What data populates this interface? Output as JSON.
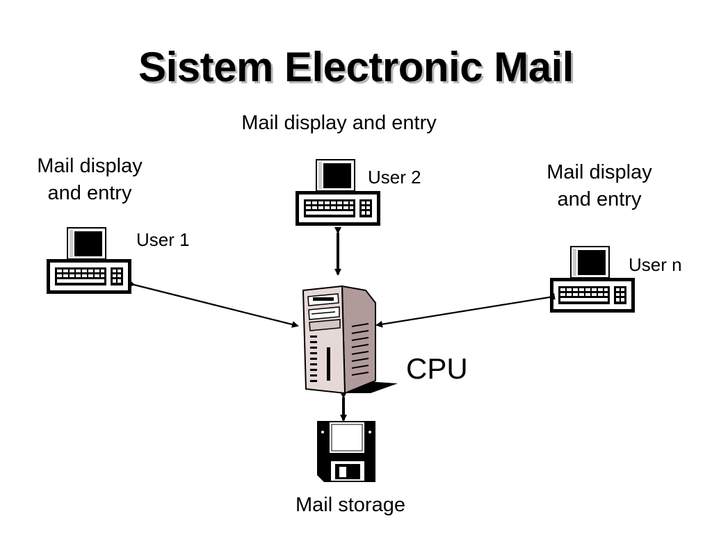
{
  "slide": {
    "title": "Sistem Electronic Mail"
  },
  "labels": {
    "top_center": "Mail display and entry",
    "left_line1": "Mail display",
    "left_line2": "and entry",
    "right_line1": "Mail display",
    "right_line2": "and entry",
    "user1": "User 1",
    "user2": "User 2",
    "usern": "User n",
    "cpu": "CPU",
    "storage": "Mail storage"
  },
  "icons": {
    "terminal": "computer-terminal-icon",
    "server": "server-tower-icon",
    "storage": "floppy-disk-icon"
  },
  "colors": {
    "text": "#000000",
    "title_shadow": "#b8b8b8",
    "server_body": "#e7d8d8",
    "server_side": "#b09a9a"
  }
}
